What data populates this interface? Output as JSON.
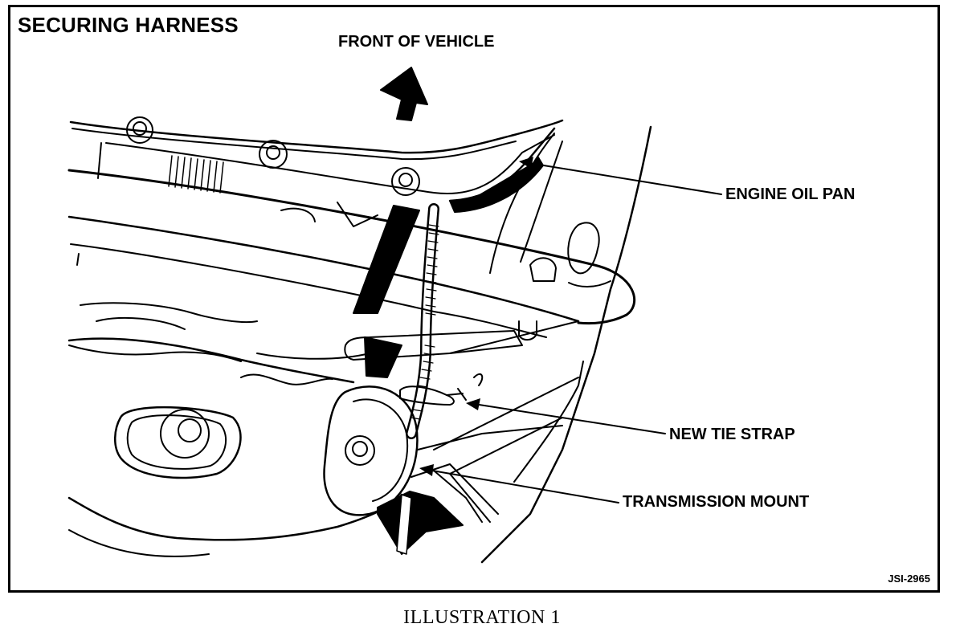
{
  "figure": {
    "title": "SECURING HARNESS",
    "direction_label": "FRONT OF VEHICLE",
    "code": "JSI-2965"
  },
  "callouts": [
    {
      "label": "ENGINE OIL PAN"
    },
    {
      "label": "NEW TIE STRAP"
    },
    {
      "label": "TRANSMISSION MOUNT"
    }
  ],
  "caption": "ILLUSTRATION 1",
  "colors": {
    "ink": "#000000",
    "paper": "#ffffff"
  },
  "icons": {
    "direction": "arrow-up-icon"
  }
}
